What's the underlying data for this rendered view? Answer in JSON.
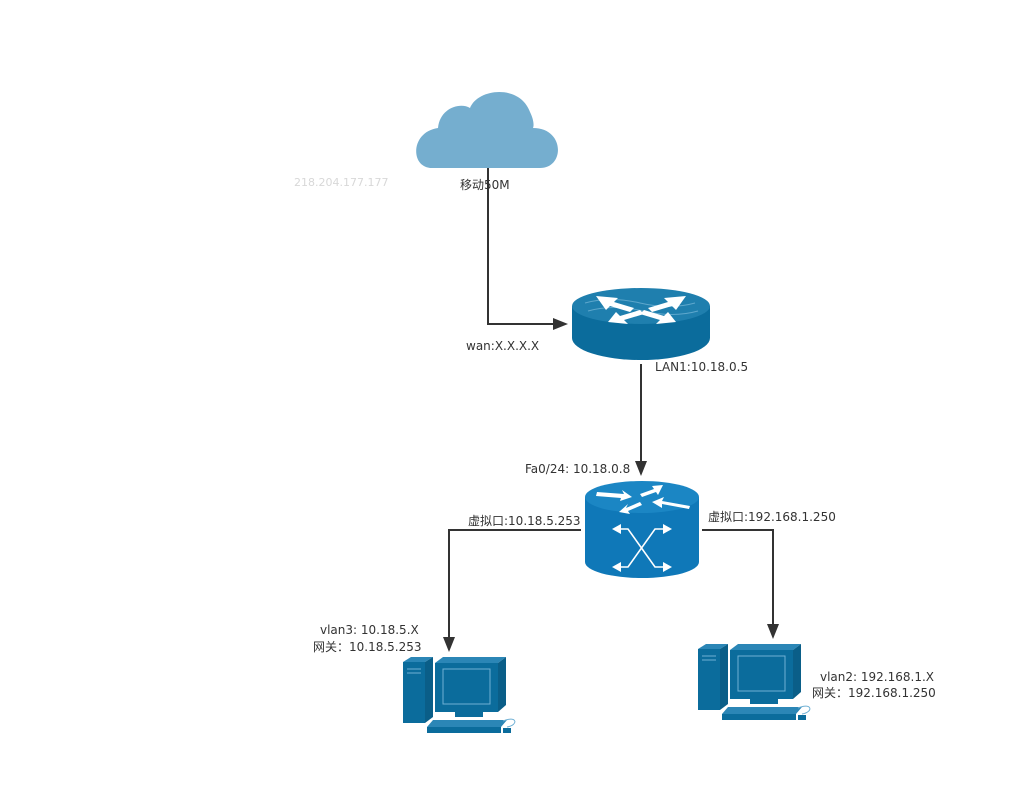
{
  "colors": {
    "cloud": "#75aecf",
    "device": "#0b6c9c",
    "device_top": "#1d7eb0",
    "switch": "#0f78b8",
    "switch_top": "#1b86c4",
    "line": "#333333",
    "text": "#333333",
    "faint_text": "#d8d8d8"
  },
  "nodes": {
    "cloud": {
      "label": "移动50M",
      "faint_ip": "218.204.177.177"
    },
    "router": {
      "wan_label": "wan:X.X.X.X",
      "lan_label": "LAN1:10.18.0.5"
    },
    "switch": {
      "uplink_label": "Fa0/24: 10.18.0.8",
      "left_vif_label": "虚拟口:10.18.5.253",
      "right_vif_label": "虚拟口:192.168.1.250"
    },
    "pc_left": {
      "vlan_label": "vlan3: 10.18.5.X",
      "gateway_label": "网关：10.18.5.253"
    },
    "pc_right": {
      "vlan_label": "vlan2: 192.168.1.X",
      "gateway_label": "网关：192.168.1.250"
    }
  },
  "edges": [
    {
      "from": "cloud",
      "to": "router"
    },
    {
      "from": "router",
      "to": "switch"
    },
    {
      "from": "switch",
      "to": "pc_left"
    },
    {
      "from": "switch",
      "to": "pc_right"
    }
  ]
}
